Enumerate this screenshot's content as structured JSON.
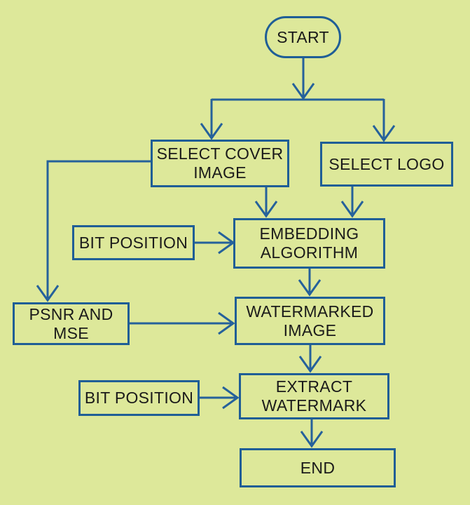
{
  "palette": {
    "background": "#dde89a",
    "line": "#25619b",
    "box_border": "#1f5e96",
    "text": "#1a1a1a"
  },
  "nodes": {
    "start": {
      "label": "START",
      "shape": "stadium"
    },
    "select_cover_image": {
      "label": "SELECT COVER\nIMAGE",
      "shape": "rect"
    },
    "select_logo": {
      "label": "SELECT LOGO",
      "shape": "rect"
    },
    "bit_position_1": {
      "label": "BIT POSITION",
      "shape": "rect"
    },
    "embedding_algorithm": {
      "label": "EMBEDDING\nALGORITHM",
      "shape": "rect"
    },
    "psnr_and_mse": {
      "label": "PSNR AND\nMSE",
      "shape": "rect"
    },
    "watermarked_image": {
      "label": "WATERMARKED\nIMAGE",
      "shape": "rect"
    },
    "bit_position_2": {
      "label": "BIT POSITION",
      "shape": "rect"
    },
    "extract_watermark": {
      "label": "EXTRACT\nWATERMARK",
      "shape": "rect"
    },
    "end": {
      "label": "END",
      "shape": "rect"
    }
  },
  "edges": [
    {
      "from": "start",
      "to": "select_cover_image"
    },
    {
      "from": "start",
      "to": "select_logo"
    },
    {
      "from": "select_cover_image",
      "to": "embedding_algorithm"
    },
    {
      "from": "select_logo",
      "to": "embedding_algorithm"
    },
    {
      "from": "bit_position_1",
      "to": "embedding_algorithm"
    },
    {
      "from": "select_cover_image",
      "to": "psnr_and_mse"
    },
    {
      "from": "embedding_algorithm",
      "to": "watermarked_image"
    },
    {
      "from": "psnr_and_mse",
      "to": "watermarked_image"
    },
    {
      "from": "watermarked_image",
      "to": "extract_watermark"
    },
    {
      "from": "bit_position_2",
      "to": "extract_watermark"
    },
    {
      "from": "extract_watermark",
      "to": "end"
    }
  ]
}
